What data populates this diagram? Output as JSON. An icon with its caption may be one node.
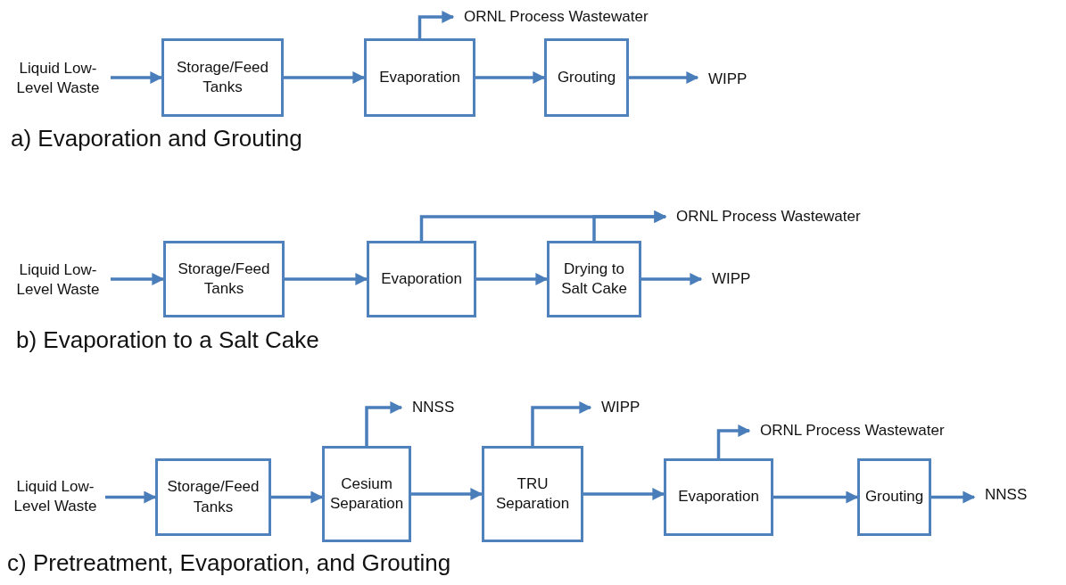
{
  "diagram": {
    "nodes": [
      {
        "text": [
          "Liquid Low-Level Waste"
        ]
      },
      {
        "text": [
          "Storage/Feed Tanks"
        ]
      },
      {
        "text": [
          "Evaporation"
        ]
      },
      {
        "text": [
          "Grouting"
        ]
      },
      {
        "text": [
          "WIPP"
        ]
      },
      {
        "text": [
          "ORNL Process Wastewater"
        ]
      },
      {
        "text": [
          "Liquid Low-Level Waste"
        ]
      },
      {
        "text": [
          "Storage/Feed Tanks"
        ]
      },
      {
        "text": [
          "Evaporation"
        ]
      },
      {
        "text": [
          "Drying to Salt Cake"
        ]
      },
      {
        "text": [
          "WIPP"
        ]
      },
      {
        "text": [
          "ORNL Process Wastewater"
        ]
      },
      {
        "text": [
          "Liquid Low-Level Waste"
        ]
      },
      {
        "text": [
          "Storage/Feed Tanks"
        ]
      },
      {
        "text": [
          "Cesium Separation"
        ]
      },
      {
        "text": [
          "NNSS"
        ]
      },
      {
        "text": [
          "TRU Separation"
        ]
      },
      {
        "text": [
          "WIPP"
        ]
      },
      {
        "text": [
          "Evaporation"
        ]
      },
      {
        "text": [
          "ORNL Process Wastewater"
        ]
      },
      {
        "text": [
          "Grouting"
        ]
      },
      {
        "text": [
          "NNSS"
        ]
      }
    ],
    "edges": [
      {
        "from": 0,
        "to": 1,
        "arrow": "to"
      },
      {
        "from": 1,
        "to": 2,
        "arrow": "to"
      },
      {
        "from": 2,
        "to": 3,
        "arrow": "to"
      },
      {
        "from": 3,
        "to": 4,
        "arrow": "to"
      },
      {
        "from": 2,
        "to": 5,
        "arrow": "to"
      },
      {
        "from": 6,
        "to": 7,
        "arrow": "to"
      },
      {
        "from": 7,
        "to": 8,
        "arrow": "to"
      },
      {
        "from": 8,
        "to": 9,
        "arrow": "to"
      },
      {
        "from": 9,
        "to": 10,
        "arrow": "to"
      },
      {
        "from": 8,
        "to": 11,
        "arrow": "to"
      },
      {
        "from": 9,
        "to": 11,
        "arrow": "to"
      },
      {
        "from": 12,
        "to": 13,
        "arrow": "to"
      },
      {
        "from": 13,
        "to": 14,
        "arrow": "to"
      },
      {
        "from": 14,
        "to": 16,
        "arrow": "to"
      },
      {
        "from": 16,
        "to": 18,
        "arrow": "to"
      },
      {
        "from": 18,
        "to": 20,
        "arrow": "to"
      },
      {
        "from": 20,
        "to": 21,
        "arrow": "to"
      },
      {
        "from": 14,
        "to": 15,
        "arrow": "to"
      },
      {
        "from": 16,
        "to": 17,
        "arrow": "to"
      },
      {
        "from": 18,
        "to": 19,
        "arrow": "to"
      }
    ],
    "labels": [
      "a) Evaporation and Grouting",
      "b) Evaporation to a Salt Cake",
      "c) Pretreatment, Evaporation, and Grouting"
    ]
  }
}
